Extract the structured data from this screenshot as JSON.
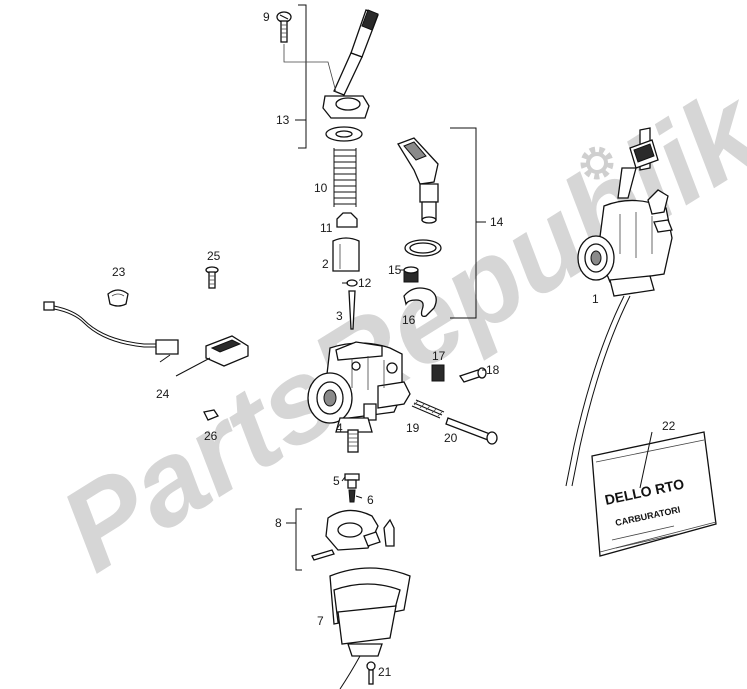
{
  "watermark": {
    "text": "PartsRepublik"
  },
  "colors": {
    "watermark": "#d6d6d6",
    "ink": "#111111",
    "background": "#ffffff"
  },
  "icons": [
    "gear-icon"
  ],
  "labels": {
    "p1": "1",
    "p2": "2",
    "p3": "3",
    "p4": "4",
    "p5": "5",
    "p6": "6",
    "p7": "7",
    "p8": "8",
    "p9": "9",
    "p10": "10",
    "p11": "11",
    "p12": "12",
    "p13": "13",
    "p14": "14",
    "p15": "15",
    "p16": "16",
    "p17": "17",
    "p18": "18",
    "p19": "19",
    "p20": "20",
    "p21": "21",
    "p22": "22",
    "p23": "23",
    "p24": "24",
    "p25": "25",
    "p26": "26"
  },
  "card": {
    "brand": "DELLO RTO",
    "subtitle": "CARBURATORI"
  }
}
